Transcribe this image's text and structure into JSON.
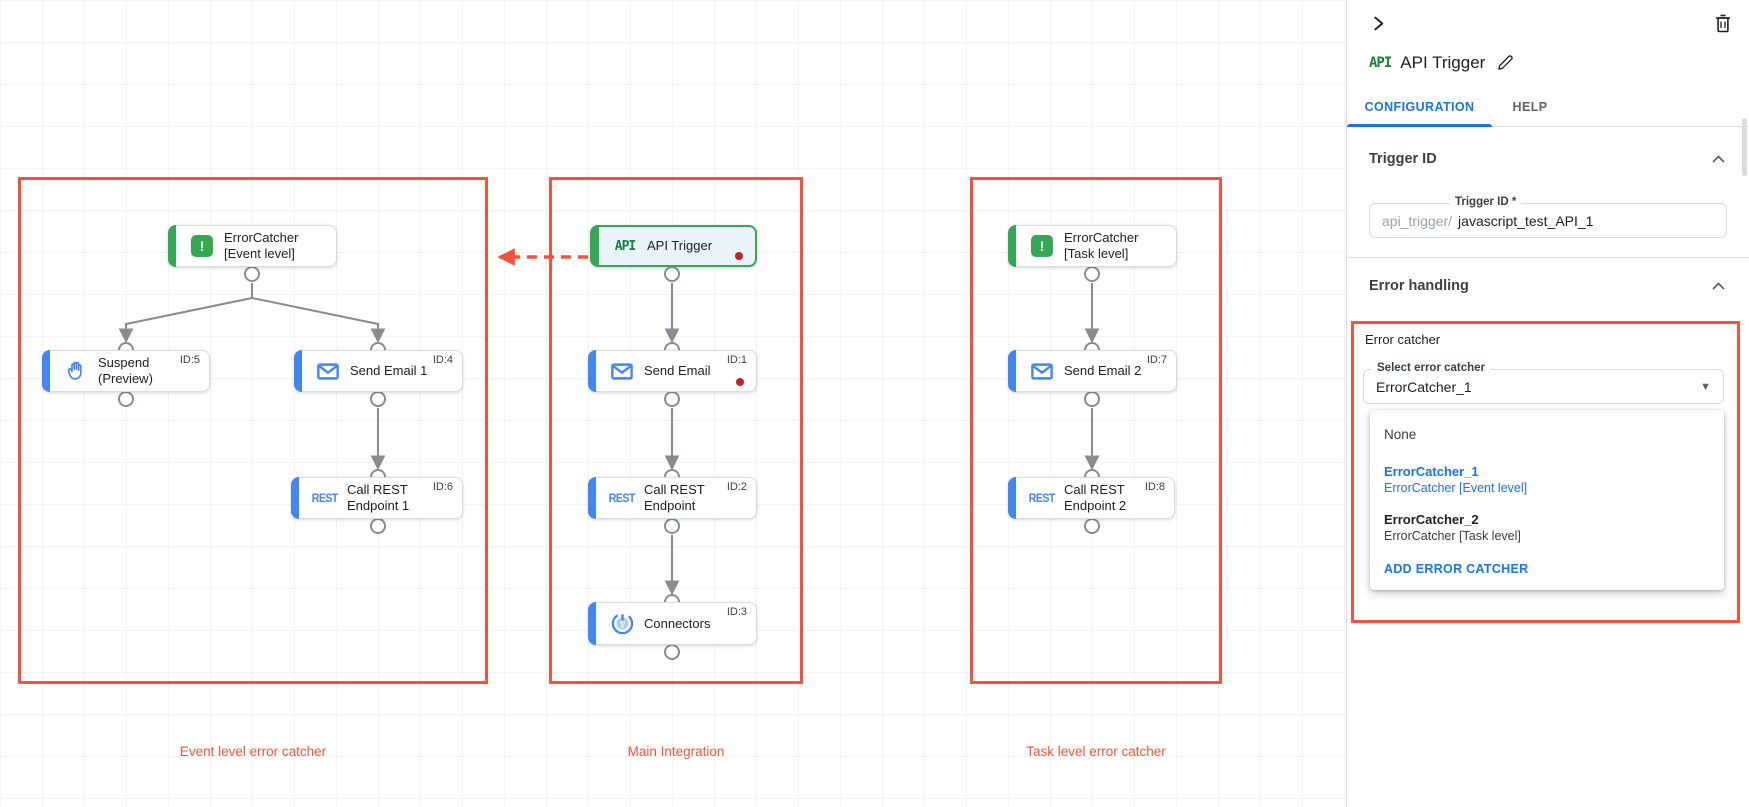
{
  "panel": {
    "title": "API Trigger",
    "tabs": [
      {
        "label": "CONFIGURATION"
      },
      {
        "label": "HELP"
      }
    ],
    "trigger_id_section": {
      "title": "Trigger ID",
      "field_label": "Trigger ID *",
      "prefix": "api_trigger/",
      "value": "javascript_test_API_1"
    },
    "error_handling_section": {
      "title": "Error handling",
      "group_label": "Error catcher",
      "select_label": "Select error catcher",
      "select_value": "ErrorCatcher_1",
      "menu": {
        "none_label": "None",
        "options": [
          {
            "name": "ErrorCatcher_1",
            "detail": "ErrorCatcher [Event level]"
          },
          {
            "name": "ErrorCatcher_2",
            "detail": "ErrorCatcher [Task level]"
          }
        ],
        "add_label": "ADD ERROR CATCHER"
      }
    }
  },
  "canvas": {
    "groups": [
      {
        "label": "Event level error catcher"
      },
      {
        "label": "Main Integration"
      },
      {
        "label": "Task level error catcher"
      }
    ],
    "nodes": {
      "error_catcher_event": {
        "label": "ErrorCatcher\n[Event level]"
      },
      "suspend": {
        "label": "Suspend\n(Preview)",
        "id": "ID:5"
      },
      "send_email_1": {
        "label": "Send Email 1",
        "id": "ID:4"
      },
      "call_rest_1": {
        "label": "Call REST\nEndpoint 1",
        "id": "ID:6"
      },
      "api_trigger": {
        "label": "API Trigger"
      },
      "send_email": {
        "label": "Send Email",
        "id": "ID:1"
      },
      "call_rest": {
        "label": "Call REST\nEndpoint",
        "id": "ID:2"
      },
      "connectors": {
        "label": "Connectors",
        "id": "ID:3"
      },
      "error_catcher_task": {
        "label": "ErrorCatcher\n[Task level]"
      },
      "send_email_2": {
        "label": "Send Email 2",
        "id": "ID:7"
      },
      "call_rest_2": {
        "label": "Call REST\nEndpoint 2",
        "id": "ID:8"
      }
    },
    "icons": {
      "api_glyph": "API",
      "rest_glyph": "REST",
      "error_glyph": "!",
      "caret_down": "▼"
    }
  },
  "colors": {
    "annotation_red": "#f5513d",
    "trigger_green": "#34a853",
    "task_blue": "#4285f4",
    "link_blue": "#1a73e8",
    "selected_fill": "#e9f3f9",
    "edge_gray": "#878c91",
    "alert_dot_red": "#c5221f"
  }
}
